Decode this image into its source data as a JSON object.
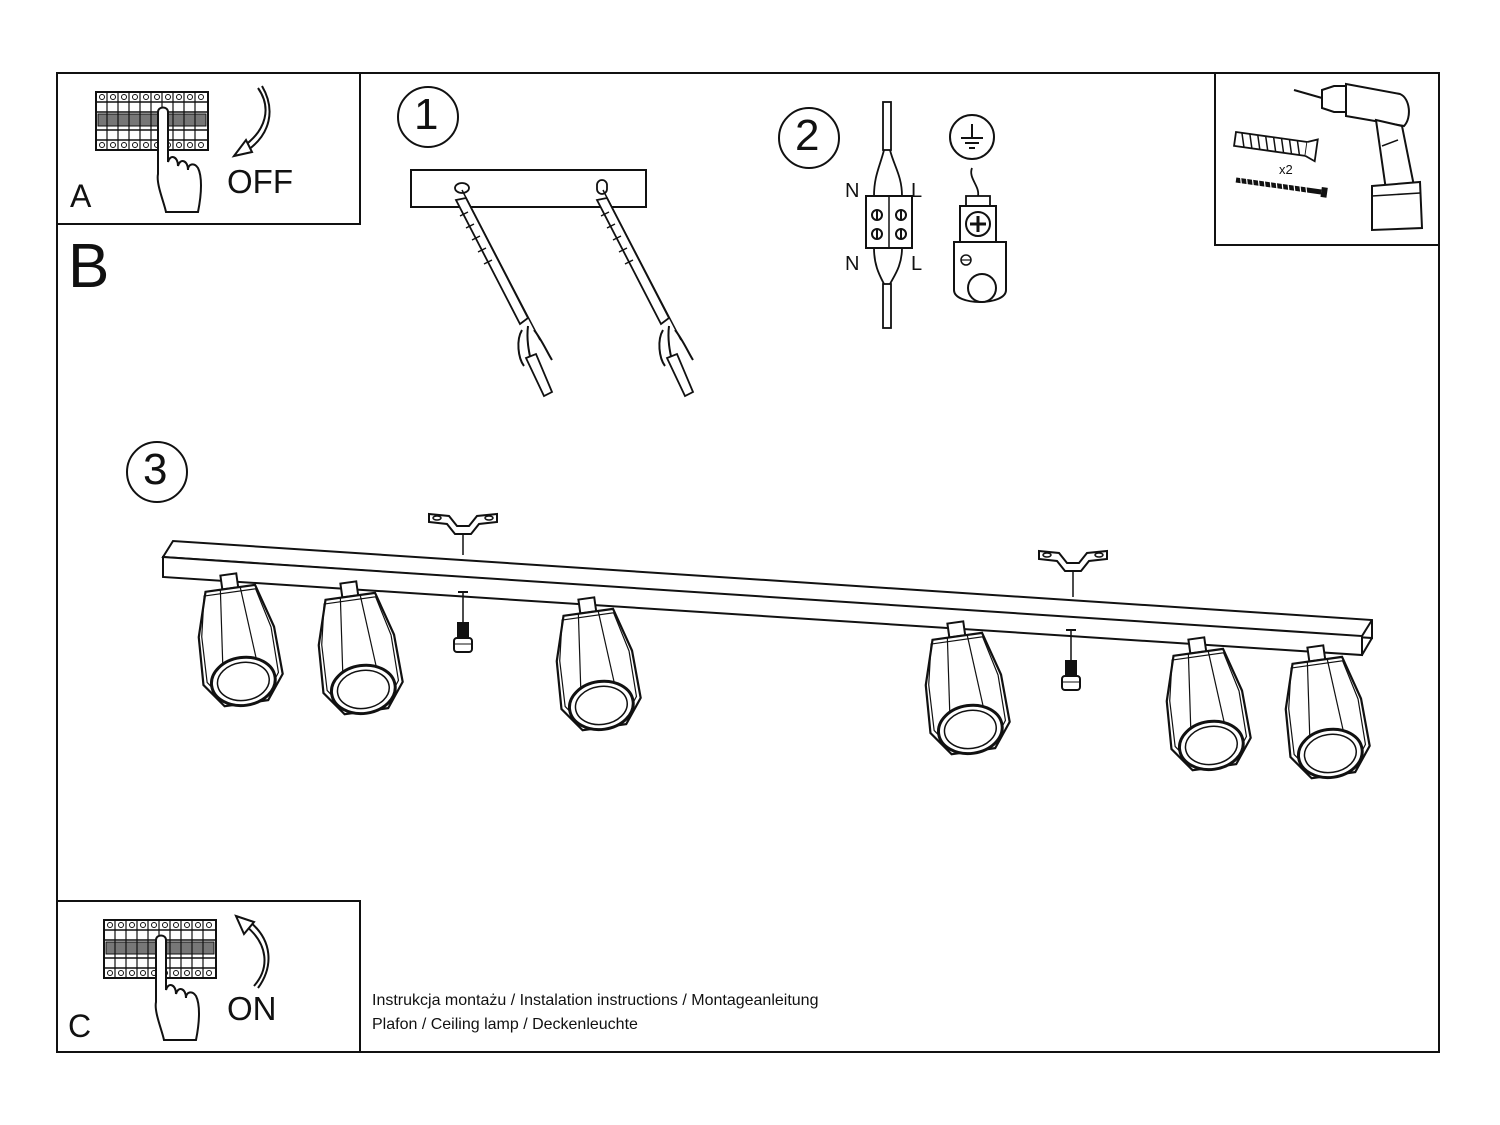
{
  "panels": {
    "a": {
      "letter": "A",
      "word": "OFF"
    },
    "b": {
      "letter": "B"
    },
    "c": {
      "letter": "C",
      "word": "ON"
    }
  },
  "steps": [
    {
      "number": "1"
    },
    {
      "number": "2",
      "wiring": {
        "n_top": "N",
        "l_top": "L",
        "n_bottom": "N",
        "l_bottom": "L"
      }
    },
    {
      "number": "3"
    }
  ],
  "tools": {
    "multiplier": "x2"
  },
  "caption": {
    "line1": "Instrukcja montażu / Instalation instructions / Montageanleitung",
    "line2": "Plafon / Ceiling lamp / Deckenleuchte"
  },
  "icons": [
    "circuit-breaker-icon",
    "hand-pointer-icon",
    "arrow-down-icon",
    "arrow-up-icon",
    "ground-symbol-icon",
    "drill-icon",
    "wall-plug-icon",
    "screw-icon",
    "allen-bolt-icon"
  ]
}
